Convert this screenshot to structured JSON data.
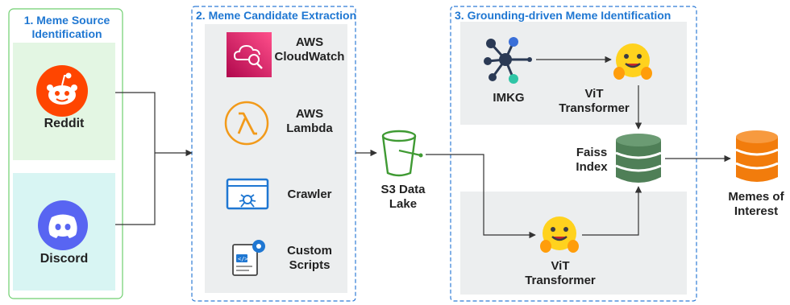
{
  "panels": {
    "source": {
      "title_line1": "1. Meme Source",
      "title_line2": "Identification"
    },
    "extraction": {
      "title": "2. Meme Candidate Extraction"
    },
    "grounding": {
      "title": "3. Grounding-driven Meme Identification"
    }
  },
  "sources": {
    "reddit": {
      "label": "Reddit",
      "color": "#ff4500"
    },
    "discord": {
      "label": "Discord",
      "color": "#5865f2"
    }
  },
  "extraction_tools": {
    "cloudwatch": {
      "line1": "AWS",
      "line2": "CloudWatch"
    },
    "lambda": {
      "line1": "AWS",
      "line2": "Lambda"
    },
    "crawler": {
      "label": "Crawler"
    },
    "scripts": {
      "line1": "Custom",
      "line2": "Scripts"
    }
  },
  "storage": {
    "line1": "S3 Data",
    "line2": "Lake"
  },
  "grounding_nodes": {
    "imkg": {
      "label": "IMKG"
    },
    "vit_top": {
      "line1": "ViT",
      "line2": "Transformer"
    },
    "faiss": {
      "line1": "Faiss",
      "line2": "Index"
    },
    "vit_bottom": {
      "line1": "ViT",
      "line2": "Transformer"
    }
  },
  "output": {
    "line1": "Memes of",
    "line2": "Interest"
  },
  "colors": {
    "panel_blue": "#1f77d2",
    "source_green": "#4caf50",
    "reddit_bg": "#e3f6e3",
    "discord_bg": "#d8f5f3",
    "gray_box": "#eceeef",
    "faiss_green": "#4f7f57",
    "output_orange": "#f27c0c",
    "s3_green": "#3f9a33",
    "lambda_orange": "#f29a1a"
  }
}
